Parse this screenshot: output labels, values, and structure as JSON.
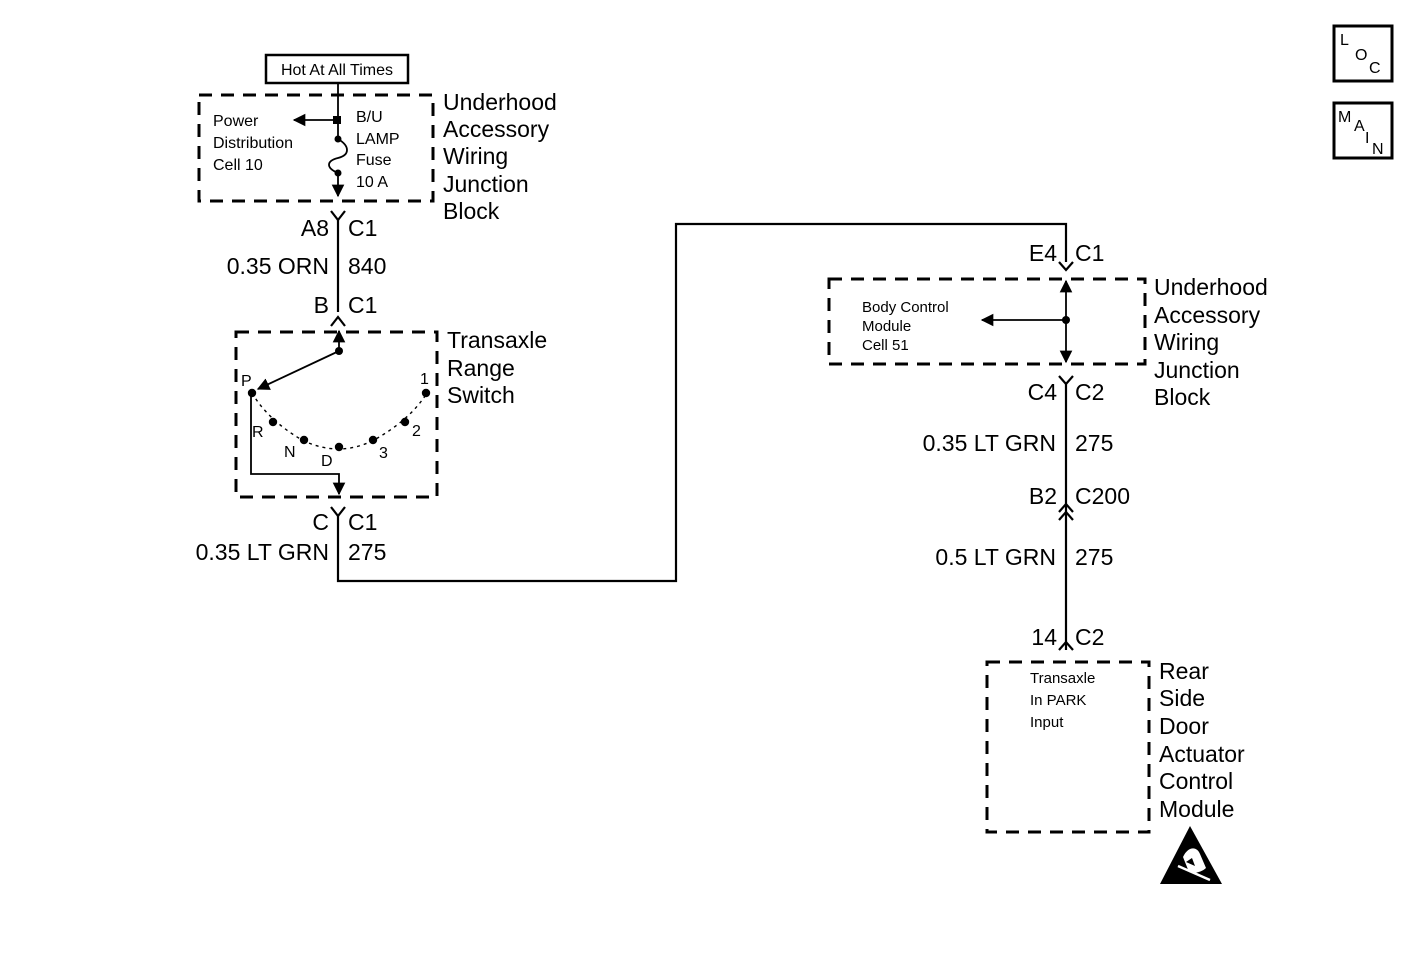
{
  "top_label": "Hot At All Times",
  "nav": {
    "loc": [
      "L",
      "O",
      "C"
    ],
    "main": [
      "M",
      "A",
      "I",
      "N"
    ]
  },
  "upper_junction_block": {
    "name_lines": [
      "Underhood",
      "Accessory",
      "Wiring",
      "Junction",
      "Block"
    ],
    "power_lines": [
      "Power",
      "Distribution",
      "Cell 10"
    ],
    "fuse_lines": [
      "B/U",
      "LAMP",
      "Fuse",
      "10 A"
    ]
  },
  "wire_840": {
    "top_pin": "A8",
    "top_conn": "C1",
    "gauge": "0.35 ORN",
    "circuit": "840",
    "bottom_pin": "B",
    "bottom_conn": "C1"
  },
  "range_switch": {
    "name_lines": [
      "Transaxle",
      "Range",
      "Switch"
    ],
    "positions": [
      "P",
      "R",
      "N",
      "D",
      "3",
      "2",
      "1"
    ]
  },
  "wire_275_left": {
    "pin": "C",
    "conn": "C1",
    "gauge": "0.35 LT GRN",
    "circuit": "275"
  },
  "right_junction_block": {
    "top_pin": "E4",
    "top_conn": "C1",
    "name_lines": [
      "Underhood",
      "Accessory",
      "Wiring",
      "Junction",
      "Block"
    ],
    "bcm_lines": [
      "Body Control",
      "Module",
      "Cell 51"
    ],
    "bottom_pin": "C4",
    "bottom_conn": "C2"
  },
  "wire_275_right_upper": {
    "gauge": "0.35 LT GRN",
    "circuit": "275"
  },
  "inline_connector": {
    "pin": "B2",
    "conn": "C200"
  },
  "wire_275_right_lower": {
    "gauge": "0.5 LT GRN",
    "circuit": "275"
  },
  "actuator_module": {
    "pin": "14",
    "conn": "C2",
    "input_lines": [
      "Transaxle",
      "In PARK",
      "Input"
    ],
    "name_lines": [
      "Rear",
      "Side",
      "Door",
      "Actuator",
      "Control",
      "Module"
    ]
  },
  "icons": {
    "esd": "esd-warning-icon",
    "fuse": "fuse-icon"
  }
}
